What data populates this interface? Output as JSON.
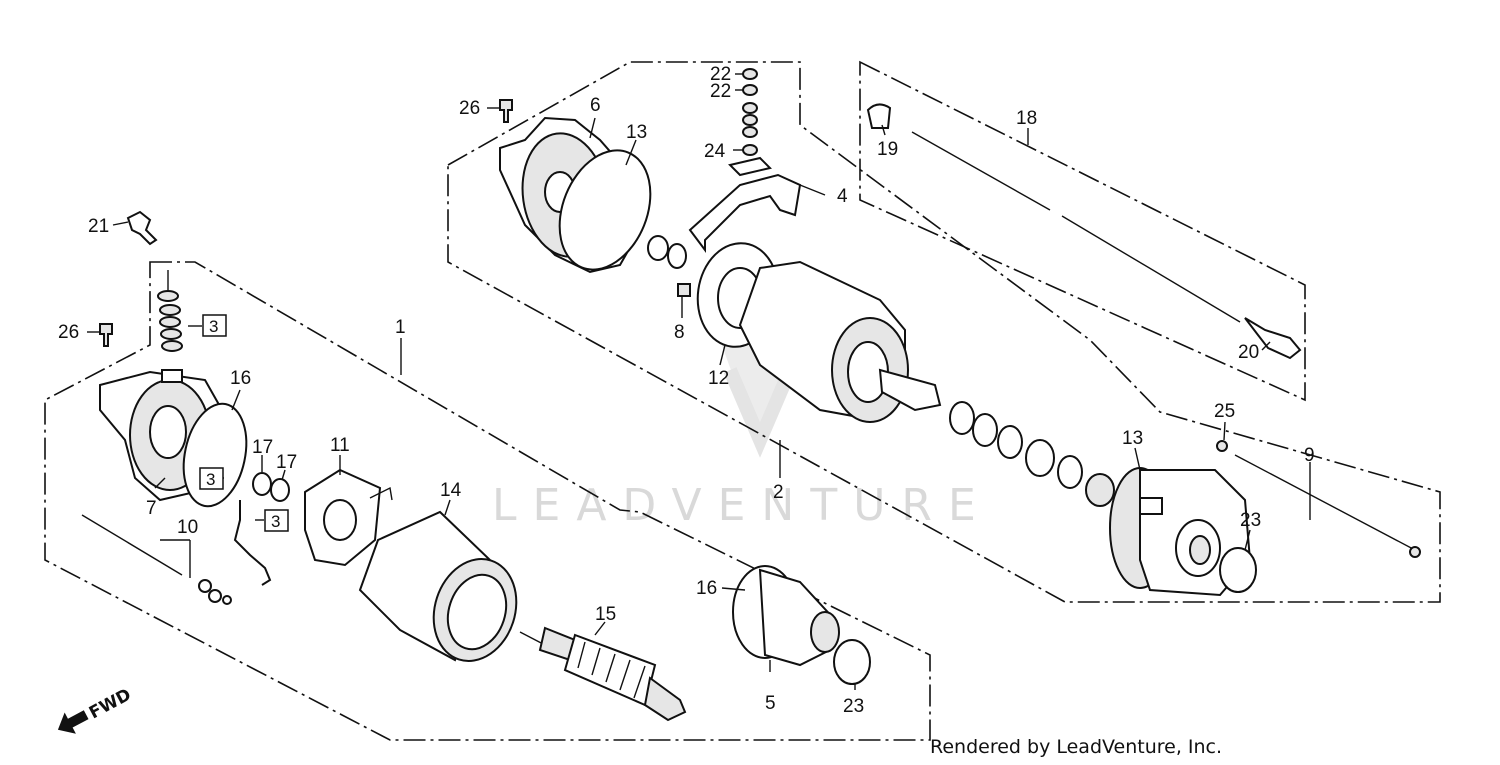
{
  "watermark": "LEADVENTURE",
  "credit": "Rendered by LeadVenture, Inc.",
  "fwd_label": "FWD",
  "part_labels": {
    "p1": "1",
    "p2": "2",
    "p4": "4",
    "p5": "5",
    "p6": "6",
    "p7": "7",
    "p8": "8",
    "p9": "9",
    "p10": "10",
    "p11": "11",
    "p12": "12",
    "p13a": "13",
    "p13b": "13",
    "p14": "14",
    "p15": "15",
    "p16a": "16",
    "p16b": "16",
    "p17a": "17",
    "p17b": "17",
    "p18": "18",
    "p19": "19",
    "p20": "20",
    "p21": "21",
    "p22a": "22",
    "p22b": "22",
    "p23a": "23",
    "p23b": "23",
    "p24": "24",
    "p25": "25",
    "p26a": "26",
    "p26b": "26"
  },
  "boxed_labels": {
    "b1": "3",
    "b2": "3",
    "b3": "3"
  }
}
